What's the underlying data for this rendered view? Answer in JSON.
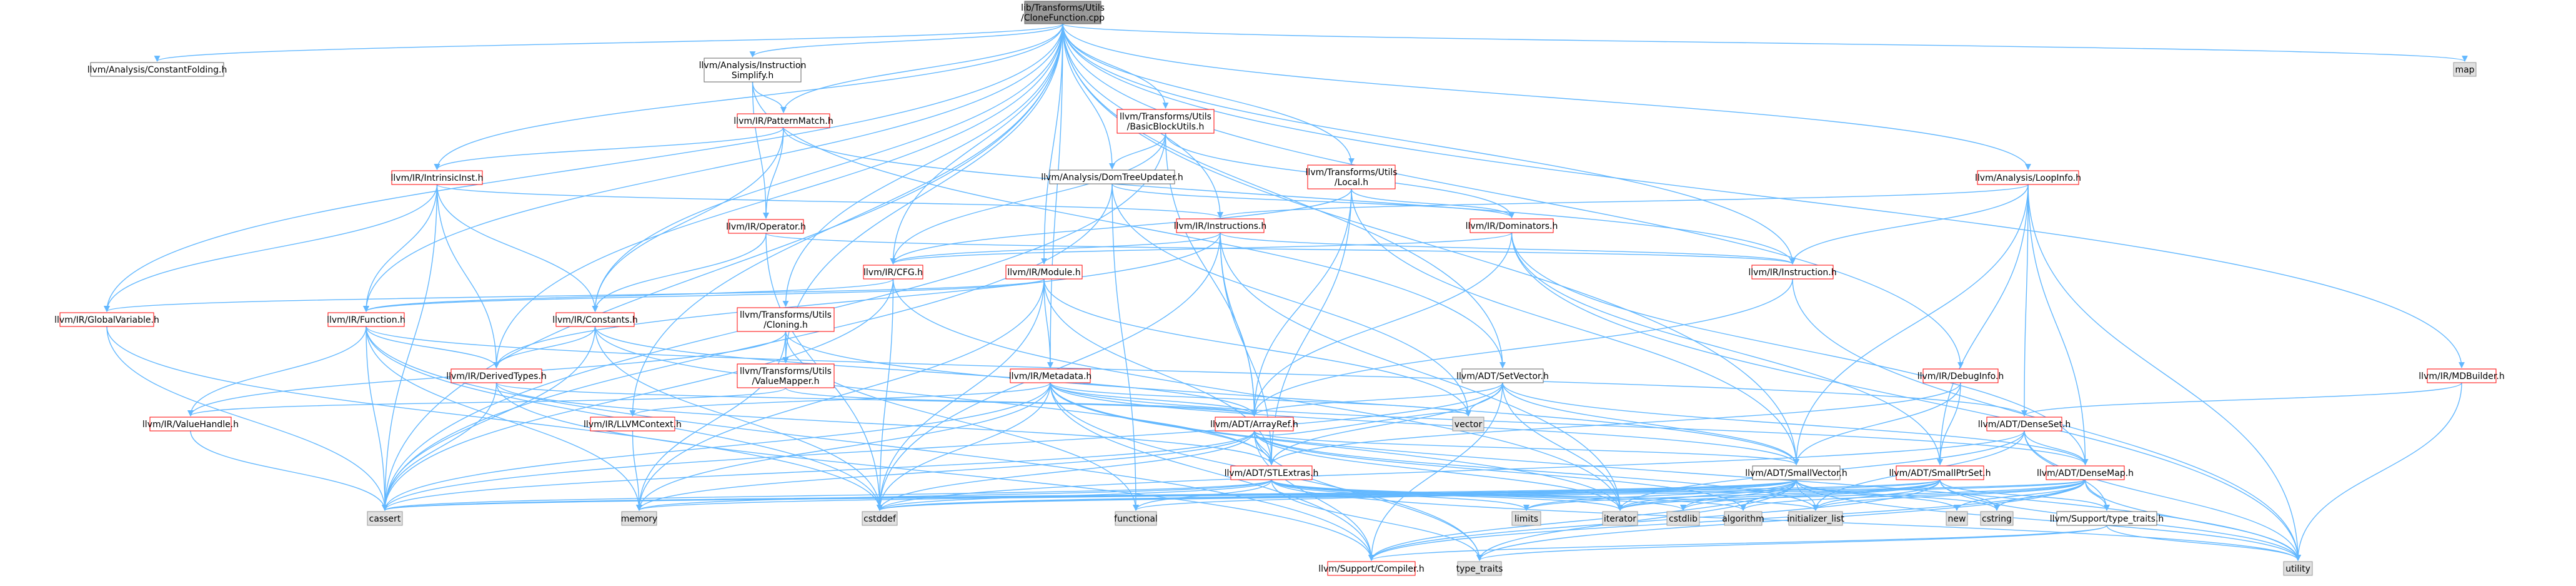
{
  "colors": {
    "root_fill": "#999999",
    "normal_fill": "#ffffff",
    "red_border": "#ff0000",
    "normal_border": "#666666",
    "system_fill": "#e0e0e0",
    "system_border": "#999999",
    "edge": "#63b8ff"
  },
  "nodes": [
    {
      "id": "root",
      "kind": "root",
      "lines": [
        "lib/Transforms/Utils",
        "/CloneFunction.cpp"
      ]
    },
    {
      "id": "cfold",
      "kind": "normal",
      "lines": [
        "llvm/Analysis/ConstantFolding.h"
      ]
    },
    {
      "id": "instsimp",
      "kind": "normal",
      "lines": [
        "llvm/Analysis/Instruction",
        "Simplify.h"
      ]
    },
    {
      "id": "patmatch",
      "kind": "red",
      "lines": [
        "llvm/IR/PatternMatch.h"
      ]
    },
    {
      "id": "intrinsic",
      "kind": "red",
      "lines": [
        "llvm/IR/IntrinsicInst.h"
      ]
    },
    {
      "id": "bbutils",
      "kind": "red",
      "lines": [
        "llvm/Transforms/Utils",
        "/BasicBlockUtils.h"
      ]
    },
    {
      "id": "domtree",
      "kind": "normal",
      "lines": [
        "llvm/Analysis/DomTreeUpdater.h"
      ]
    },
    {
      "id": "local",
      "kind": "red",
      "lines": [
        "llvm/Transforms/Utils",
        "/Local.h"
      ]
    },
    {
      "id": "loopinfo",
      "kind": "red",
      "lines": [
        "llvm/Analysis/LoopInfo.h"
      ]
    },
    {
      "id": "map",
      "kind": "system",
      "lines": [
        "map"
      ]
    },
    {
      "id": "operator",
      "kind": "red",
      "lines": [
        "llvm/IR/Operator.h"
      ]
    },
    {
      "id": "instructions",
      "kind": "red",
      "lines": [
        "llvm/IR/Instructions.h"
      ]
    },
    {
      "id": "dominators",
      "kind": "red",
      "lines": [
        "llvm/IR/Dominators.h"
      ]
    },
    {
      "id": "cfg",
      "kind": "red",
      "lines": [
        "llvm/IR/CFG.h"
      ]
    },
    {
      "id": "module",
      "kind": "red",
      "lines": [
        "llvm/IR/Module.h"
      ]
    },
    {
      "id": "instruction",
      "kind": "red",
      "lines": [
        "llvm/IR/Instruction.h"
      ]
    },
    {
      "id": "globalvar",
      "kind": "red",
      "lines": [
        "llvm/IR/GlobalVariable.h"
      ]
    },
    {
      "id": "function",
      "kind": "red",
      "lines": [
        "llvm/IR/Function.h"
      ]
    },
    {
      "id": "constants",
      "kind": "red",
      "lines": [
        "llvm/IR/Constants.h"
      ]
    },
    {
      "id": "cloning",
      "kind": "red",
      "lines": [
        "llvm/Transforms/Utils",
        "/Cloning.h"
      ]
    },
    {
      "id": "metadata",
      "kind": "red",
      "lines": [
        "llvm/IR/Metadata.h"
      ]
    },
    {
      "id": "setvector",
      "kind": "normal",
      "lines": [
        "llvm/ADT/SetVector.h"
      ]
    },
    {
      "id": "debuginfo",
      "kind": "red",
      "lines": [
        "llvm/IR/DebugInfo.h"
      ]
    },
    {
      "id": "mdbuilder",
      "kind": "red",
      "lines": [
        "llvm/IR/MDBuilder.h"
      ]
    },
    {
      "id": "derived",
      "kind": "red",
      "lines": [
        "llvm/IR/DerivedTypes.h"
      ]
    },
    {
      "id": "valuemapper",
      "kind": "red",
      "lines": [
        "llvm/Transforms/Utils",
        "/ValueMapper.h"
      ]
    },
    {
      "id": "arrayref",
      "kind": "red",
      "lines": [
        "llvm/ADT/ArrayRef.h"
      ]
    },
    {
      "id": "denseset",
      "kind": "red",
      "lines": [
        "llvm/ADT/DenseSet.h"
      ]
    },
    {
      "id": "valuehandle",
      "kind": "red",
      "lines": [
        "llvm/IR/ValueHandle.h"
      ]
    },
    {
      "id": "llvmcontext",
      "kind": "red",
      "lines": [
        "llvm/IR/LLVMContext.h"
      ]
    },
    {
      "id": "vector",
      "kind": "system",
      "lines": [
        "vector"
      ]
    },
    {
      "id": "stlextras",
      "kind": "red",
      "lines": [
        "llvm/ADT/STLExtras.h"
      ]
    },
    {
      "id": "smallvector",
      "kind": "normal",
      "lines": [
        "llvm/ADT/SmallVector.h"
      ]
    },
    {
      "id": "smallptrset",
      "kind": "red",
      "lines": [
        "llvm/ADT/SmallPtrSet.h"
      ]
    },
    {
      "id": "densemap",
      "kind": "red",
      "lines": [
        "llvm/ADT/DenseMap.h"
      ]
    },
    {
      "id": "cassert",
      "kind": "system",
      "lines": [
        "cassert"
      ]
    },
    {
      "id": "memory",
      "kind": "system",
      "lines": [
        "memory"
      ]
    },
    {
      "id": "cstddef",
      "kind": "system",
      "lines": [
        "cstddef"
      ]
    },
    {
      "id": "functional",
      "kind": "system",
      "lines": [
        "functional"
      ]
    },
    {
      "id": "limits",
      "kind": "system",
      "lines": [
        "limits"
      ]
    },
    {
      "id": "iterator",
      "kind": "system",
      "lines": [
        "iterator"
      ]
    },
    {
      "id": "cstdlib",
      "kind": "system",
      "lines": [
        "cstdlib"
      ]
    },
    {
      "id": "algorithm",
      "kind": "system",
      "lines": [
        "algorithm"
      ]
    },
    {
      "id": "initlist",
      "kind": "system",
      "lines": [
        "initializer_list"
      ]
    },
    {
      "id": "new",
      "kind": "system",
      "lines": [
        "new"
      ]
    },
    {
      "id": "cstring",
      "kind": "system",
      "lines": [
        "cstring"
      ]
    },
    {
      "id": "typetraits_h",
      "kind": "normal",
      "lines": [
        "llvm/Support/type_traits.h"
      ]
    },
    {
      "id": "compiler",
      "kind": "red",
      "lines": [
        "llvm/Support/Compiler.h"
      ]
    },
    {
      "id": "type_traits",
      "kind": "system",
      "lines": [
        "type_traits"
      ]
    },
    {
      "id": "utility",
      "kind": "system",
      "lines": [
        "utility"
      ]
    }
  ],
  "edges": [
    [
      "root",
      "cfold"
    ],
    [
      "root",
      "instsimp"
    ],
    [
      "root",
      "patmatch"
    ],
    [
      "root",
      "intrinsic"
    ],
    [
      "root",
      "bbutils"
    ],
    [
      "root",
      "domtree"
    ],
    [
      "root",
      "local"
    ],
    [
      "root",
      "loopinfo"
    ],
    [
      "root",
      "map"
    ],
    [
      "root",
      "cfg"
    ],
    [
      "root",
      "module"
    ],
    [
      "root",
      "instructions"
    ],
    [
      "root",
      "instruction"
    ],
    [
      "root",
      "globalvar"
    ],
    [
      "root",
      "function"
    ],
    [
      "root",
      "constants"
    ],
    [
      "root",
      "cloning"
    ],
    [
      "root",
      "metadata"
    ],
    [
      "root",
      "setvector"
    ],
    [
      "root",
      "debuginfo"
    ],
    [
      "root",
      "mdbuilder"
    ],
    [
      "root",
      "derived"
    ],
    [
      "root",
      "valuemapper"
    ],
    [
      "root",
      "smallvector"
    ],
    [
      "root",
      "cassert"
    ],
    [
      "root",
      "llvmcontext"
    ],
    [
      "instsimp",
      "operator"
    ],
    [
      "instsimp",
      "patmatch"
    ],
    [
      "instsimp",
      "setvector"
    ],
    [
      "patmatch",
      "intrinsic"
    ],
    [
      "patmatch",
      "constants"
    ],
    [
      "patmatch",
      "operator"
    ],
    [
      "patmatch",
      "instruction"
    ],
    [
      "intrinsic",
      "function"
    ],
    [
      "intrinsic",
      "constants"
    ],
    [
      "intrinsic",
      "derived"
    ],
    [
      "intrinsic",
      "instructions"
    ],
    [
      "intrinsic",
      "globalvar"
    ],
    [
      "intrinsic",
      "cassert"
    ],
    [
      "bbutils",
      "domtree"
    ],
    [
      "bbutils",
      "arrayref"
    ],
    [
      "bbutils",
      "cfg"
    ],
    [
      "bbutils",
      "dominators"
    ],
    [
      "bbutils",
      "cassert"
    ],
    [
      "domtree",
      "functional"
    ],
    [
      "domtree",
      "dominators"
    ],
    [
      "domtree",
      "vector"
    ],
    [
      "domtree",
      "cassert"
    ],
    [
      "local",
      "arrayref"
    ],
    [
      "local",
      "smallvector"
    ],
    [
      "local",
      "dominators"
    ],
    [
      "local",
      "cfg"
    ],
    [
      "local",
      "stlextras"
    ],
    [
      "local",
      "cstdint_none"
    ],
    [
      "loopinfo",
      "instructions"
    ],
    [
      "loopinfo",
      "instruction"
    ],
    [
      "loopinfo",
      "densemap"
    ],
    [
      "loopinfo",
      "denseset"
    ],
    [
      "loopinfo",
      "smallptrset"
    ],
    [
      "loopinfo",
      "smallvector"
    ],
    [
      "loopinfo",
      "utility"
    ],
    [
      "operator",
      "constants"
    ],
    [
      "operator",
      "instruction"
    ],
    [
      "operator",
      "cstddef"
    ],
    [
      "instructions",
      "arrayref"
    ],
    [
      "instructions",
      "stlextras"
    ],
    [
      "instructions",
      "cfg"
    ],
    [
      "instructions",
      "instruction"
    ],
    [
      "instructions",
      "cstddef"
    ],
    [
      "instructions",
      "iterator"
    ],
    [
      "instructions",
      "derived"
    ],
    [
      "dominators",
      "arrayref"
    ],
    [
      "dominators",
      "densemap"
    ],
    [
      "dominators",
      "smallptrset"
    ],
    [
      "dominators",
      "cfg"
    ],
    [
      "dominators",
      "utility"
    ],
    [
      "cfg",
      "function"
    ],
    [
      "cfg",
      "iterator"
    ],
    [
      "cfg",
      "cstddef"
    ],
    [
      "cfg",
      "cassert"
    ],
    [
      "module",
      "function"
    ],
    [
      "module",
      "metadata"
    ],
    [
      "module",
      "globalvar"
    ],
    [
      "module",
      "stlextras"
    ],
    [
      "module",
      "memory"
    ],
    [
      "module",
      "vector"
    ],
    [
      "module",
      "cstddef"
    ],
    [
      "instruction",
      "arrayref"
    ],
    [
      "instruction",
      "utility"
    ],
    [
      "globalvar",
      "cassert"
    ],
    [
      "globalvar",
      "cstddef"
    ],
    [
      "function",
      "derived"
    ],
    [
      "function",
      "valuehandle"
    ],
    [
      "function",
      "denseset"
    ],
    [
      "function",
      "cassert"
    ],
    [
      "function",
      "memory"
    ],
    [
      "function",
      "cstddef"
    ],
    [
      "function",
      "compiler"
    ],
    [
      "constants",
      "derived"
    ],
    [
      "constants",
      "arrayref"
    ],
    [
      "constants",
      "stlextras"
    ],
    [
      "constants",
      "cassert"
    ],
    [
      "constants",
      "cstddef"
    ],
    [
      "cloning",
      "valuemapper"
    ],
    [
      "cloning",
      "valuehandle"
    ],
    [
      "cloning",
      "smallvector"
    ],
    [
      "cloning",
      "functional"
    ],
    [
      "cloning",
      "memory"
    ],
    [
      "metadata",
      "arrayref"
    ],
    [
      "metadata",
      "stlextras"
    ],
    [
      "metadata",
      "llvmcontext"
    ],
    [
      "metadata",
      "smallvector"
    ],
    [
      "metadata",
      "densemap"
    ],
    [
      "metadata",
      "cassert"
    ],
    [
      "metadata",
      "memory"
    ],
    [
      "metadata",
      "cstddef"
    ],
    [
      "metadata",
      "iterator"
    ],
    [
      "metadata",
      "type_traits"
    ],
    [
      "metadata",
      "utility"
    ],
    [
      "metadata",
      "vector"
    ],
    [
      "metadata",
      "compiler"
    ],
    [
      "setvector",
      "arrayref"
    ],
    [
      "setvector",
      "densemap"
    ],
    [
      "setvector",
      "smallvector"
    ],
    [
      "setvector",
      "stlextras"
    ],
    [
      "setvector",
      "compiler"
    ],
    [
      "setvector",
      "cassert"
    ],
    [
      "setvector",
      "iterator"
    ],
    [
      "setvector",
      "vector"
    ],
    [
      "debuginfo",
      "smallptrset"
    ],
    [
      "debuginfo",
      "smallvector"
    ],
    [
      "debuginfo",
      "stlextras"
    ],
    [
      "mdbuilder",
      "denseset"
    ],
    [
      "mdbuilder",
      "utility"
    ],
    [
      "derived",
      "arrayref"
    ],
    [
      "derived",
      "stlextras"
    ],
    [
      "derived",
      "cassert"
    ],
    [
      "derived",
      "compiler"
    ],
    [
      "valuemapper",
      "arrayref"
    ],
    [
      "valuemapper",
      "valuehandle"
    ],
    [
      "arrayref",
      "smallvector"
    ],
    [
      "arrayref",
      "stlextras"
    ],
    [
      "arrayref",
      "compiler"
    ],
    [
      "arrayref",
      "algorithm"
    ],
    [
      "arrayref",
      "cassert"
    ],
    [
      "arrayref",
      "cstddef"
    ],
    [
      "arrayref",
      "initlist"
    ],
    [
      "arrayref",
      "iterator"
    ],
    [
      "arrayref",
      "memory"
    ],
    [
      "arrayref",
      "type_traits"
    ],
    [
      "arrayref",
      "vector"
    ],
    [
      "denseset",
      "densemap"
    ],
    [
      "denseset",
      "typetraits_h"
    ],
    [
      "denseset",
      "cstddef"
    ],
    [
      "denseset",
      "initlist"
    ],
    [
      "denseset",
      "iterator"
    ],
    [
      "denseset",
      "utility"
    ],
    [
      "valuehandle",
      "cassert"
    ],
    [
      "llvmcontext",
      "memory"
    ],
    [
      "stlextras",
      "cassert"
    ],
    [
      "stlextras",
      "cstddef"
    ],
    [
      "stlextras",
      "functional"
    ],
    [
      "stlextras",
      "limits"
    ],
    [
      "stlextras",
      "iterator"
    ],
    [
      "stlextras",
      "memory"
    ],
    [
      "stlextras",
      "initlist"
    ],
    [
      "stlextras",
      "type_traits"
    ],
    [
      "stlextras",
      "utility"
    ],
    [
      "stlextras",
      "cstdlib"
    ],
    [
      "stlextras",
      "algorithm"
    ],
    [
      "smallvector",
      "compiler"
    ],
    [
      "smallvector",
      "type_traits"
    ],
    [
      "smallvector",
      "algorithm"
    ],
    [
      "smallvector",
      "cassert"
    ],
    [
      "smallvector",
      "cstddef"
    ],
    [
      "smallvector",
      "cstdlib"
    ],
    [
      "smallvector",
      "cstring"
    ],
    [
      "smallvector",
      "functional"
    ],
    [
      "smallvector",
      "initlist"
    ],
    [
      "smallvector",
      "iterator"
    ],
    [
      "smallvector",
      "limits"
    ],
    [
      "smallvector",
      "memory"
    ],
    [
      "smallvector",
      "new"
    ],
    [
      "smallvector",
      "utility"
    ],
    [
      "smallptrset",
      "typetraits_h"
    ],
    [
      "smallptrset",
      "compiler"
    ],
    [
      "smallptrset",
      "cassert"
    ],
    [
      "smallptrset",
      "cstddef"
    ],
    [
      "smallptrset",
      "cstdlib"
    ],
    [
      "smallptrset",
      "cstring"
    ],
    [
      "smallptrset",
      "initlist"
    ],
    [
      "smallptrset",
      "iterator"
    ],
    [
      "smallptrset",
      "limits"
    ],
    [
      "smallptrset",
      "utility"
    ],
    [
      "densemap",
      "typetraits_h"
    ],
    [
      "densemap",
      "compiler"
    ],
    [
      "densemap",
      "algorithm"
    ],
    [
      "densemap",
      "cassert"
    ],
    [
      "densemap",
      "cstddef"
    ],
    [
      "densemap",
      "cstring"
    ],
    [
      "densemap",
      "initlist"
    ],
    [
      "densemap",
      "iterator"
    ],
    [
      "densemap",
      "new"
    ],
    [
      "densemap",
      "type_traits"
    ],
    [
      "densemap",
      "utility"
    ],
    [
      "typetraits_h",
      "compiler"
    ],
    [
      "typetraits_h",
      "type_traits"
    ],
    [
      "typetraits_h",
      "utility"
    ]
  ]
}
